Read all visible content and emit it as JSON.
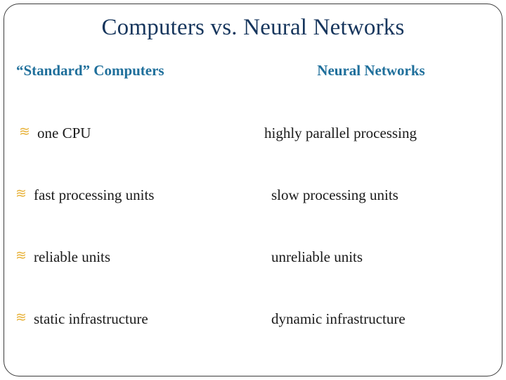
{
  "slide": {
    "title": "Computers vs. Neural Networks",
    "bullet_glyph": "≋",
    "colors": {
      "title": "#17365d",
      "column_heading": "#1f6f9b",
      "bullet": "#e8b33c",
      "body_text": "#1a1a1a",
      "frame": "#3c3c3c",
      "background": "#ffffff"
    },
    "columns": [
      {
        "heading": "“Standard” Computers",
        "items": [
          "one CPU",
          "fast processing units",
          "reliable units",
          "static infrastructure"
        ]
      },
      {
        "heading": "Neural Networks",
        "items": [
          "highly parallel processing",
          "slow processing units",
          "unreliable units",
          "dynamic infrastructure"
        ]
      }
    ]
  }
}
